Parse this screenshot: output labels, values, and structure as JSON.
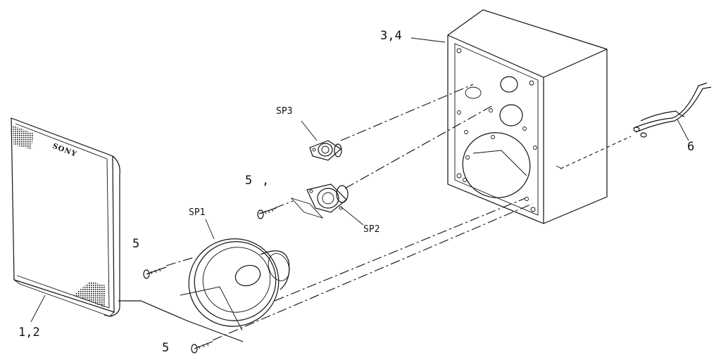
{
  "labels": {
    "grille": "1,2",
    "cabinet": "3,4",
    "tweeter": "SP3",
    "midrange": "SP2",
    "woofer": "SP1",
    "screw_mid": "5",
    "screw_woofer_top": "5",
    "screw_woofer_bottom": "5",
    "cord": "6",
    "comma": ","
  },
  "brand": "SONY"
}
